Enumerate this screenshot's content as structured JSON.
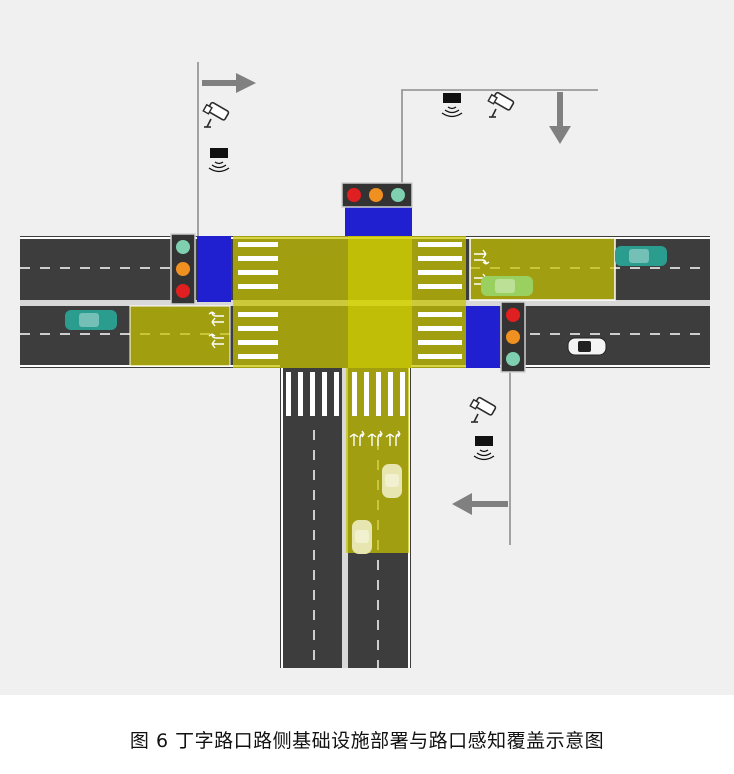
{
  "caption": "图 6 丁字路口路侧基础设施部署与路口感知覆盖示意图",
  "colors": {
    "background": "#f0f0f0",
    "road": "#3d3d3d",
    "lane_line": "#ffffff",
    "coverage": "#c8c400",
    "coverage_opacity": 0.72,
    "signal_block": "#2020d0",
    "crosswalk": "#ffffff",
    "pole": "#9a9a9a",
    "arrow": "#808080",
    "light_red": "#e02020",
    "light_amber": "#f09020",
    "light_green": "#7ed0b0",
    "car_teal": "#2a9d8f",
    "car_green": "#9ad060",
    "car_white": "#f4f4f4"
  },
  "infrastructure": {
    "traffic_lights": [
      "west",
      "north",
      "east"
    ],
    "cameras": [
      "west",
      "north",
      "east"
    ],
    "radars": [
      "west",
      "north",
      "east"
    ],
    "direction_arrows": [
      "east",
      "south",
      "west"
    ]
  },
  "icons": [
    "camera-icon",
    "radar-icon",
    "traffic-light-icon",
    "car-icon",
    "direction-arrow-icon"
  ]
}
